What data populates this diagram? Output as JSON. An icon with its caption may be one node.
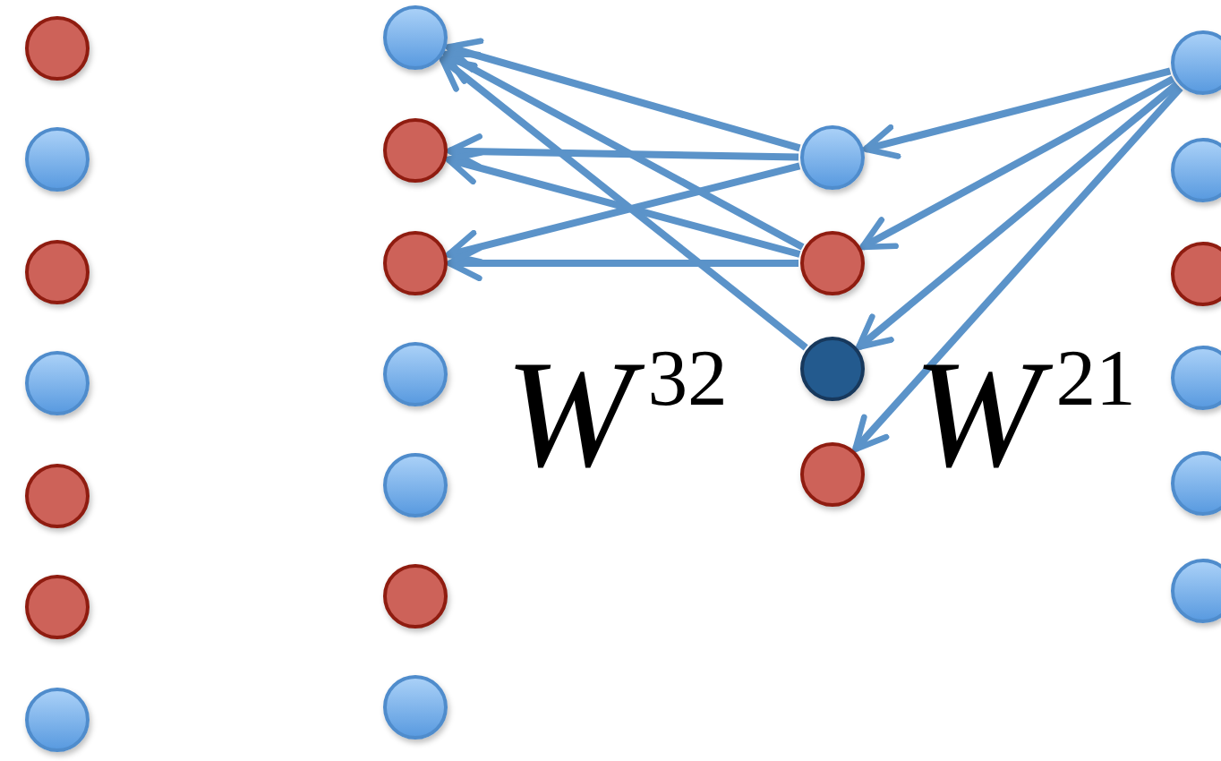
{
  "diagram": {
    "nodes": [
      {
        "text": [],
        "shape": "circle"
      },
      {
        "text": [],
        "shape": "circle"
      },
      {
        "text": [],
        "shape": "circle"
      },
      {
        "text": [],
        "shape": "circle"
      },
      {
        "text": [],
        "shape": "circle"
      },
      {
        "text": [],
        "shape": "circle"
      },
      {
        "text": [],
        "shape": "circle"
      },
      {
        "text": [],
        "shape": "circle"
      },
      {
        "text": [],
        "shape": "circle"
      },
      {
        "text": [],
        "shape": "circle"
      },
      {
        "text": [],
        "shape": "circle"
      },
      {
        "text": [],
        "shape": "circle"
      },
      {
        "text": [],
        "shape": "circle"
      },
      {
        "text": [],
        "shape": "circle"
      },
      {
        "text": [],
        "shape": "circle"
      },
      {
        "text": [],
        "shape": "circle"
      },
      {
        "text": [],
        "shape": "circle"
      },
      {
        "text": [],
        "shape": "circle"
      },
      {
        "text": [],
        "shape": "circle"
      },
      {
        "text": [],
        "shape": "circle"
      },
      {
        "text": [],
        "shape": "circle"
      },
      {
        "text": [],
        "shape": "circle"
      },
      {
        "text": [],
        "shape": "circle"
      },
      {
        "text": [],
        "shape": "circle"
      }
    ],
    "edges": [
      {
        "from": 18,
        "to": 14,
        "arrow": "to"
      },
      {
        "from": 18,
        "to": 15,
        "arrow": "to"
      },
      {
        "from": 18,
        "to": 16,
        "arrow": "to"
      },
      {
        "from": 18,
        "to": 17,
        "arrow": "to"
      },
      {
        "from": 14,
        "to": 7,
        "arrow": "to"
      },
      {
        "from": 14,
        "to": 8,
        "arrow": "to"
      },
      {
        "from": 14,
        "to": 9,
        "arrow": "to"
      },
      {
        "from": 15,
        "to": 7,
        "arrow": "to"
      },
      {
        "from": 15,
        "to": 8,
        "arrow": "to"
      },
      {
        "from": 15,
        "to": 9,
        "arrow": "to"
      },
      {
        "from": 16,
        "to": 7,
        "arrow": "to"
      }
    ],
    "labels": [
      "W$^{32}$",
      "W$^{21}$"
    ]
  }
}
